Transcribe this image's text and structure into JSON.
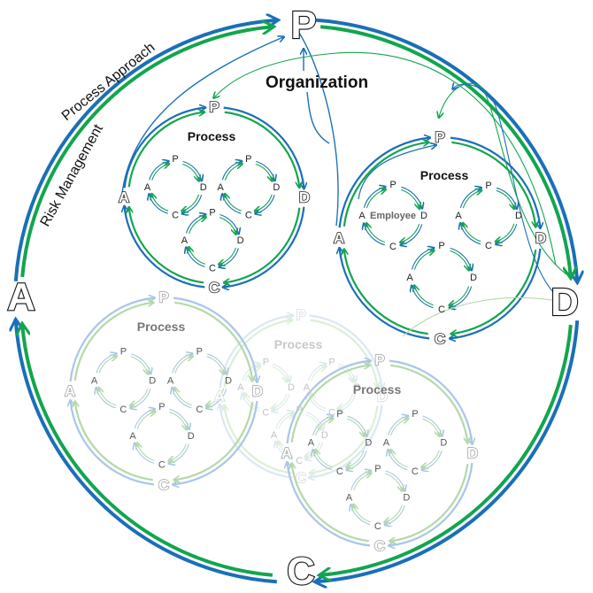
{
  "letters": {
    "p": "P",
    "d": "D",
    "c": "C",
    "a": "A"
  },
  "labels": {
    "process_approach": "Process Approach",
    "risk_management": "Risk Management",
    "organization": "Organization",
    "process": "Process",
    "employee": "Employee"
  },
  "colors": {
    "blue": "#1a6fb8",
    "green": "#12a54e",
    "faded_blue": "#a9c6e6",
    "faded_green": "#b3d9a8",
    "very_faded_blue": "#dbe7f3",
    "very_faded_green": "#dcefd6"
  }
}
